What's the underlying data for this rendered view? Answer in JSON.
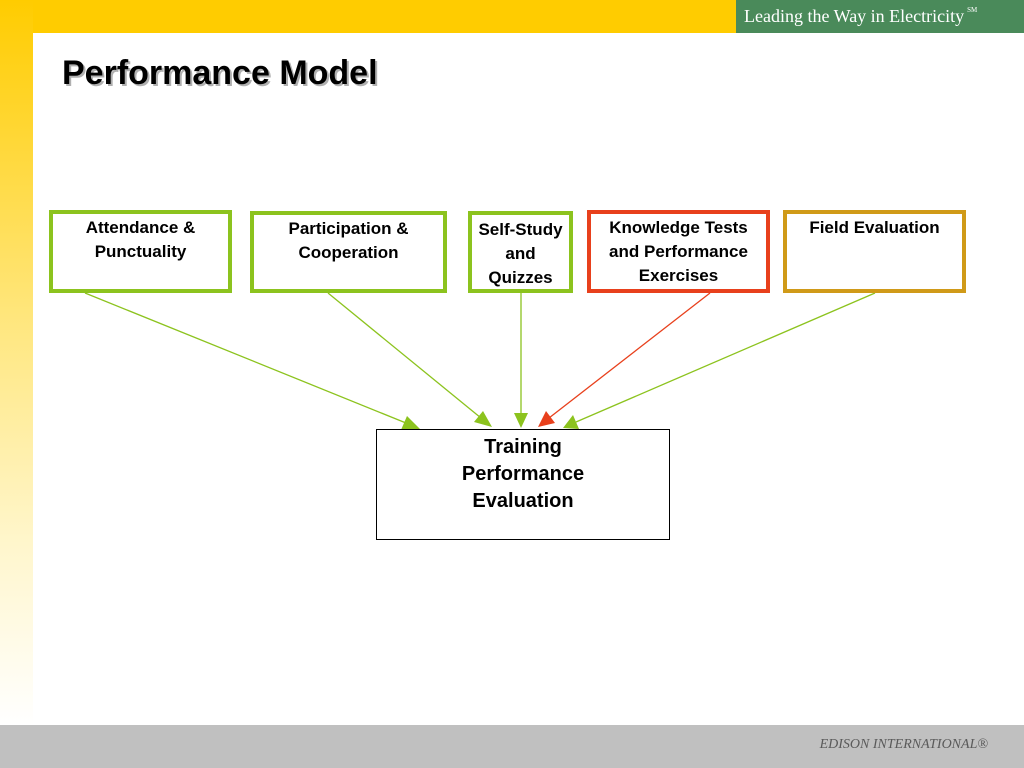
{
  "header": {
    "tagline": "Leading the Way in Electricity",
    "service_mark": "SM"
  },
  "slide": {
    "title": "Performance Model"
  },
  "diagram": {
    "inputs": [
      {
        "line1": "Attendance &",
        "line2": "Punctuality",
        "line3": "",
        "border_color": "#8cc31e"
      },
      {
        "line1": "Participation &",
        "line2": "Cooperation",
        "line3": "",
        "border_color": "#8cc31e"
      },
      {
        "line1": "Self-Study",
        "line2": "and",
        "line3": "Quizzes",
        "border_color": "#8cc31e"
      },
      {
        "line1": "Knowledge Tests",
        "line2": "and Performance",
        "line3": "Exercises",
        "border_color": "#e8401c"
      },
      {
        "line1": "Field Evaluation",
        "line2": "",
        "line3": "",
        "border_color": "#d09a18"
      }
    ],
    "target": {
      "line1": "Training",
      "line2": "Performance",
      "line3": "Evaluation"
    },
    "colors": {
      "green": "#8cc31e",
      "red": "#e8401c",
      "gold": "#d09a18"
    }
  },
  "footer": {
    "company": "EDISON INTERNATIONAL®"
  }
}
